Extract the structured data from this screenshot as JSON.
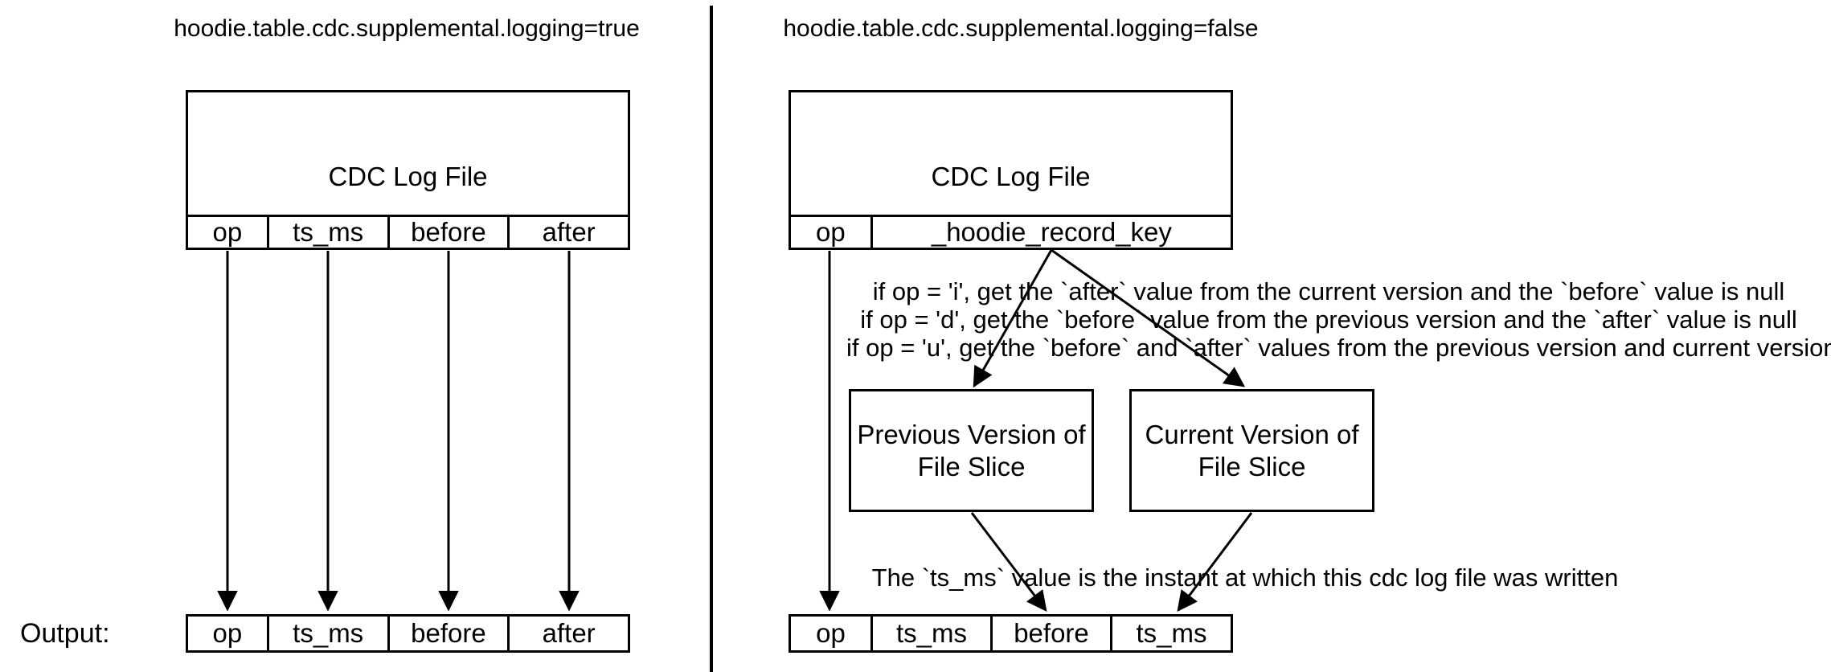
{
  "diagram": {
    "left": {
      "title": "hoodie.table.cdc.supplemental.logging=true",
      "log_box_label": "CDC Log File",
      "log_columns": [
        "op",
        "ts_ms",
        "before",
        "after"
      ],
      "output_label": "Output:",
      "output_columns": [
        "op",
        "ts_ms",
        "before",
        "after"
      ]
    },
    "right": {
      "title": "hoodie.table.cdc.supplemental.logging=false",
      "log_box_label": "CDC Log File",
      "log_columns": [
        "op",
        "_hoodie_record_key"
      ],
      "op_rules": [
        "if op = 'i', get the `after` value from the current version and the `before` value is null",
        "if op = 'd', get the `before` value from the previous version and the `after` value is null",
        "if op = 'u', get the `before` and `after` values from the previous version and current version"
      ],
      "previous_box_lines": [
        "Previous Version of",
        "File Slice"
      ],
      "current_box_lines": [
        "Current Version of",
        "File Slice"
      ],
      "ts_note": "The `ts_ms` value is the instant at which this cdc log file was written",
      "output_columns": [
        "op",
        "ts_ms",
        "before",
        "ts_ms"
      ]
    },
    "colors": {
      "ink": "#000000",
      "background": "#ffffff"
    }
  }
}
